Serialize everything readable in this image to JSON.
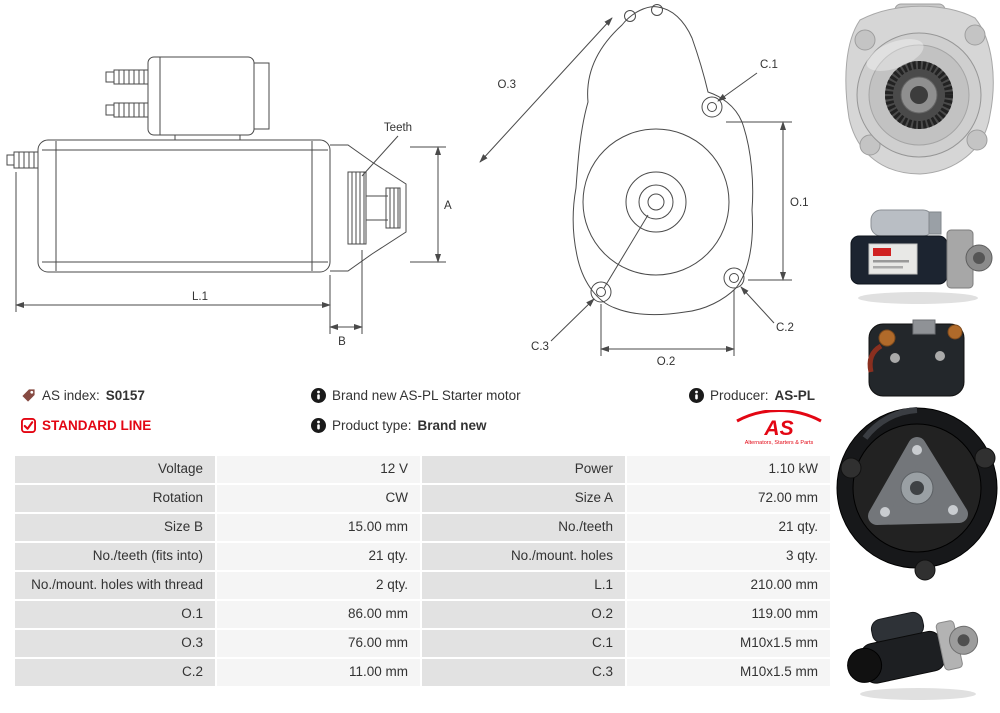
{
  "info": {
    "as_index_label": "AS index:",
    "as_index_value": "S0157",
    "brand_new_text": "Brand new AS-PL Starter motor",
    "producer_label": "Producer:",
    "producer_value": "AS-PL",
    "standard_line_label": "STANDARD LINE",
    "product_type_label": "Product type:",
    "product_type_value": "Brand new",
    "logo_text": "AS",
    "logo_tagline": "Alternators, Starters & Parts"
  },
  "drawing": {
    "teeth": "Teeth",
    "a": "A",
    "b": "B",
    "l1": "L.1",
    "o1": "O.1",
    "o2": "O.2",
    "o3": "O.3",
    "c1": "C.1",
    "c2": "C.2",
    "c3": "C.3"
  },
  "specs": {
    "rows": [
      {
        "label1": "Voltage",
        "value1": "12 V",
        "label2": "Power",
        "value2": "1.10 kW"
      },
      {
        "label1": "Rotation",
        "value1": "CW",
        "label2": "Size A",
        "value2": "72.00 mm"
      },
      {
        "label1": "Size B",
        "value1": "15.00 mm",
        "label2": "No./teeth",
        "value2": "21 qty."
      },
      {
        "label1": "No./teeth (fits into)",
        "value1": "21 qty.",
        "label2": "No./mount. holes",
        "value2": "3 qty."
      },
      {
        "label1": "No./mount. holes with thread",
        "value1": "2 qty.",
        "label2": "L.1",
        "value2": "210.00 mm"
      },
      {
        "label1": "O.1",
        "value1": "86.00 mm",
        "label2": "O.2",
        "value2": "119.00 mm"
      },
      {
        "label1": "O.3",
        "value1": "76.00 mm",
        "label2": "C.1",
        "value2": "M10x1.5 mm"
      },
      {
        "label1": "C.2",
        "value1": "11.00 mm",
        "label2": "C.3",
        "value2": "M10x1.5 mm"
      }
    ]
  },
  "colors": {
    "accent_red": "#e30613",
    "table_label_bg": "#e2e2e2",
    "table_value_bg": "#f5f5f5",
    "drawing_line": "#4a4a4a"
  }
}
